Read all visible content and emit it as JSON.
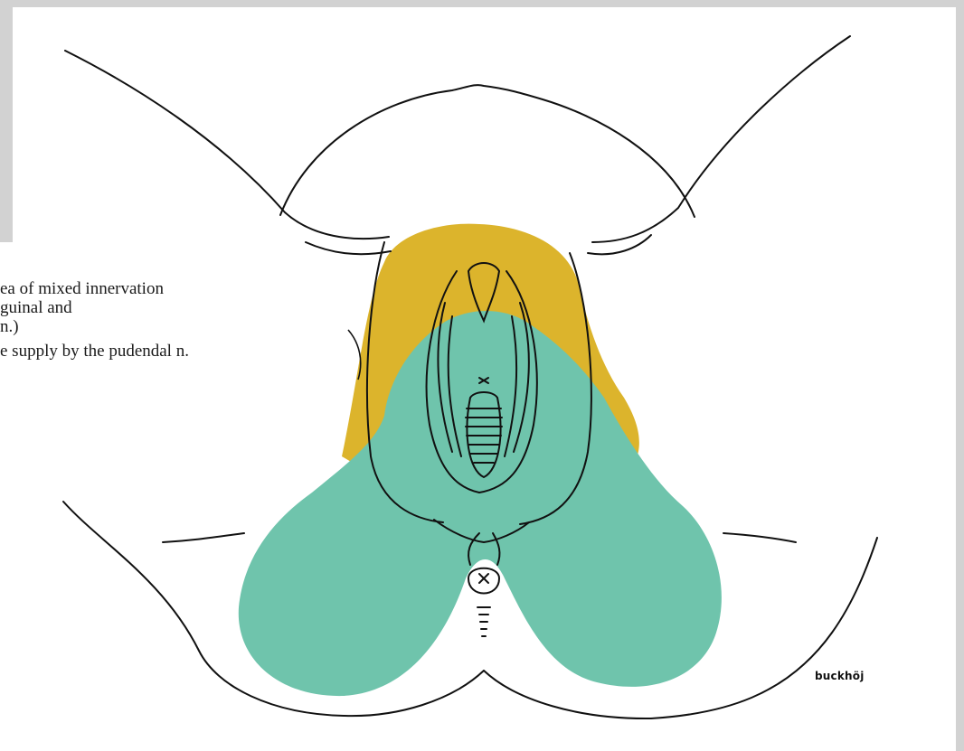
{
  "colors": {
    "frame": "#d2d2d2",
    "mixed_zone": "#dcb42c",
    "pudendal_zone": "#6fc4ac",
    "line": "#111111"
  },
  "legend": {
    "line1": "ea of mixed innervation",
    "line2": "guinal and",
    "line3": "n.)",
    "line4": "e supply by the pudendal n."
  },
  "signature": "buckhöj"
}
